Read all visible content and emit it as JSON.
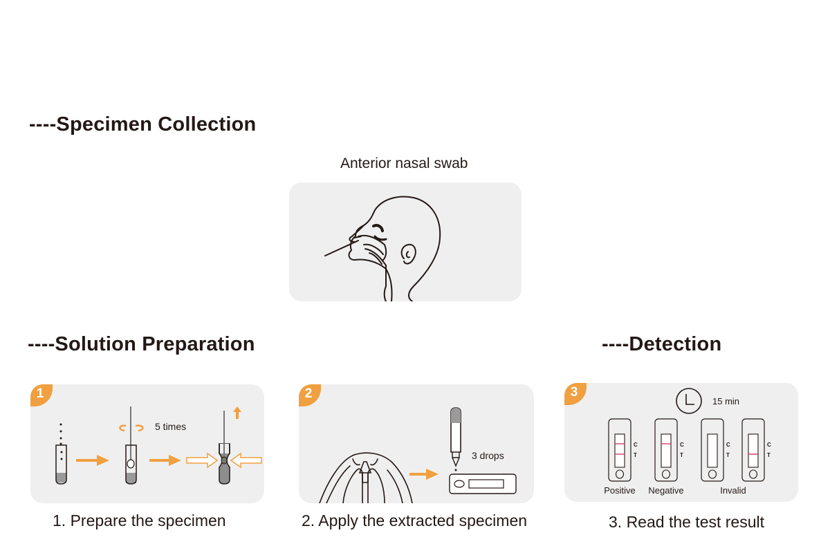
{
  "sections": {
    "collection": {
      "heading": "----Specimen Collection",
      "sublabel": "Anterior nasal swab",
      "illustration": "nasal-swab-profile"
    },
    "preparation": {
      "heading": "----Solution Preparation"
    },
    "detection": {
      "heading": "----Detection"
    }
  },
  "steps": [
    {
      "number": "1",
      "caption": "1. Prepare the specimen",
      "annotation": "5 times",
      "illustration": "tube-swab-squeeze"
    },
    {
      "number": "2",
      "caption": "2. Apply the extracted specimen",
      "annotation": "3 drops",
      "illustration": "hands-dropper-cassette"
    },
    {
      "number": "3",
      "caption": "3. Read the test result",
      "annotation": "15 min",
      "illustration": "clock-and-cassettes",
      "results": [
        {
          "label": "Positive",
          "c_line": true,
          "t_line": true
        },
        {
          "label": "Negative",
          "c_line": true,
          "t_line": false
        },
        {
          "label": "Invalid",
          "c_line": false,
          "t_line": false
        },
        {
          "label": "",
          "c_line": false,
          "t_line": true
        }
      ],
      "line_labels": {
        "c": "C",
        "t": "T"
      }
    }
  ],
  "colors": {
    "accent": "#f0a040",
    "text": "#231815",
    "card_bg": "#efefef",
    "line_red": "#d0406a",
    "liquid": "#9a9a9a"
  }
}
